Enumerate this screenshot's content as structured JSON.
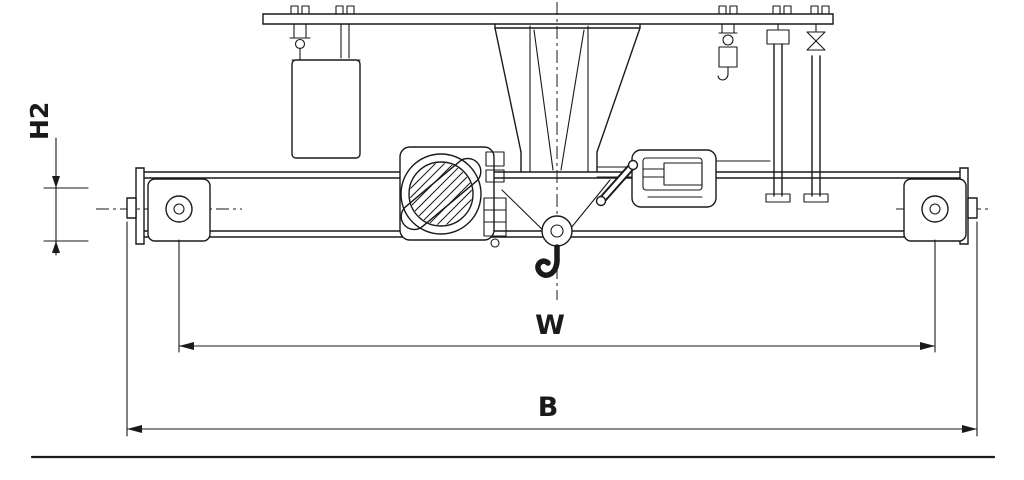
{
  "dimension_labels": {
    "h2": "H2",
    "w": "W",
    "b": "B"
  },
  "colors": {
    "line": "#1a1a1a",
    "background": "#ffffff"
  }
}
